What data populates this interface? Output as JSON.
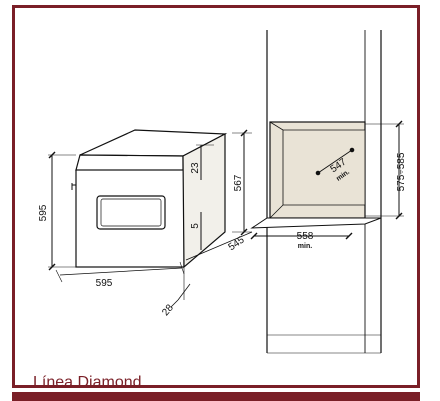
{
  "caption": "Línea Diamond",
  "dimensions": {
    "oven_width": "595",
    "oven_height": "595",
    "top_gap": "23",
    "body_height": "567",
    "side_gap": "5",
    "oven_depth": "545",
    "door_depth": "28",
    "niche_height": "575÷585",
    "niche_width": "558",
    "niche_width_note": "min.",
    "niche_depth": "547",
    "niche_depth_note": "min."
  },
  "colors": {
    "frame": "#7a1f27",
    "niche_fill": "#e9e3d6",
    "oven_fill": "#ffffff"
  }
}
